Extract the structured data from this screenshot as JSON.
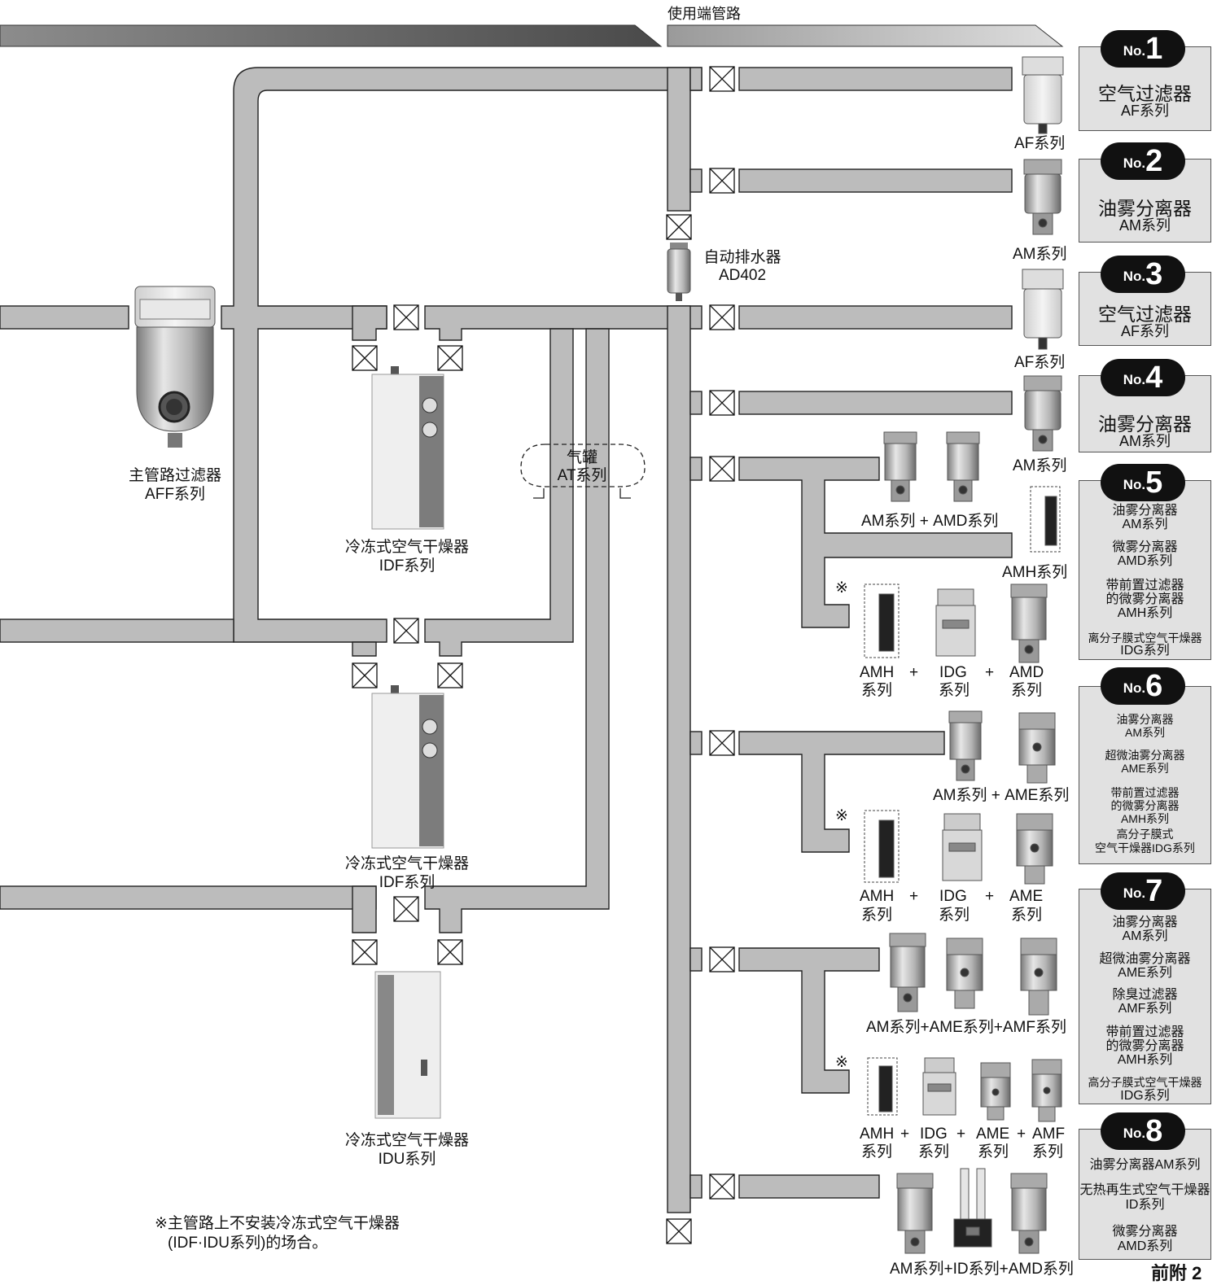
{
  "header": {
    "use_end_piping": "使用端管路"
  },
  "main_filter": {
    "name": "主管路过滤器",
    "series": "AFF系列"
  },
  "dryers": [
    {
      "name": "冷冻式空气干燥器",
      "series": "IDF系列"
    },
    {
      "name": "冷冻式空气干燥器",
      "series": "IDF系列"
    },
    {
      "name": "冷冻式空气干燥器",
      "series": "IDU系列"
    }
  ],
  "tank": {
    "name": "气罐",
    "series": "AT系列"
  },
  "auto_drain": {
    "name": "自动排水器",
    "model": "AD402"
  },
  "note_mark": "※",
  "note": {
    "line1": "※主管路上不安装冷冻式空气干燥器",
    "line2": "(IDF·IDU系列)的场合。"
  },
  "page_number": "前附 2",
  "product_labels": {
    "af1": "AF系列",
    "am2": "AM系列",
    "af3": "AF系列",
    "am4": "AM系列",
    "am_amd": "AM系列 + AMD系列",
    "amh": "AMH系列",
    "amh_idg_amd": [
      "AMH",
      "+",
      "IDG",
      "+",
      "AMD"
    ],
    "series_word": "系列",
    "am_ame": "AM系列 + AME系列",
    "amh_idg_ame": [
      "AMH",
      "+",
      "IDG",
      "+",
      "AME"
    ],
    "am_ame_amf": "AM系列+AME系列+AMF系列",
    "amh_idg_ame_amf": [
      "AMH",
      "+",
      "IDG",
      "+",
      "AME",
      "+",
      "AMF"
    ],
    "am_id_amd": "AM系列+ID系列+AMD系列"
  },
  "cards": [
    {
      "no": "No.",
      "num": "1",
      "lines": [
        "空气过滤器",
        "AF系列"
      ]
    },
    {
      "no": "No.",
      "num": "2",
      "lines": [
        "油雾分离器",
        "AM系列"
      ]
    },
    {
      "no": "No.",
      "num": "3",
      "lines": [
        "空气过滤器",
        "AF系列"
      ]
    },
    {
      "no": "No.",
      "num": "4",
      "lines": [
        "油雾分离器",
        "AM系列"
      ]
    },
    {
      "no": "No.",
      "num": "5",
      "lines": [
        "油雾分离器",
        "AM系列",
        "微雾分离器",
        "AMD系列",
        "带前置过滤器",
        "的微雾分离器",
        "AMH系列",
        "离分子膜式空气干燥器",
        "IDG系列"
      ]
    },
    {
      "no": "No.",
      "num": "6",
      "lines": [
        "油雾分离器",
        "AM系列",
        "超微油雾分离器",
        "AME系列",
        "带前置过滤器",
        "的微雾分离器",
        "AMH系列",
        "高分子膜式",
        "空气干燥器IDG系列"
      ]
    },
    {
      "no": "No.",
      "num": "7",
      "lines": [
        "油雾分离器",
        "AM系列",
        "超微油雾分离器",
        "AME系列",
        "除臭过滤器",
        "AMF系列",
        "带前置过滤器",
        "的微雾分离器",
        "AMH系列",
        "高分子膜式空气干燥器",
        "IDG系列"
      ]
    },
    {
      "no": "No.",
      "num": "8",
      "lines": [
        "油雾分离器AM系列",
        "无热再生式空气干燥器",
        "ID系列",
        "微雾分离器",
        "AMD系列"
      ]
    }
  ]
}
